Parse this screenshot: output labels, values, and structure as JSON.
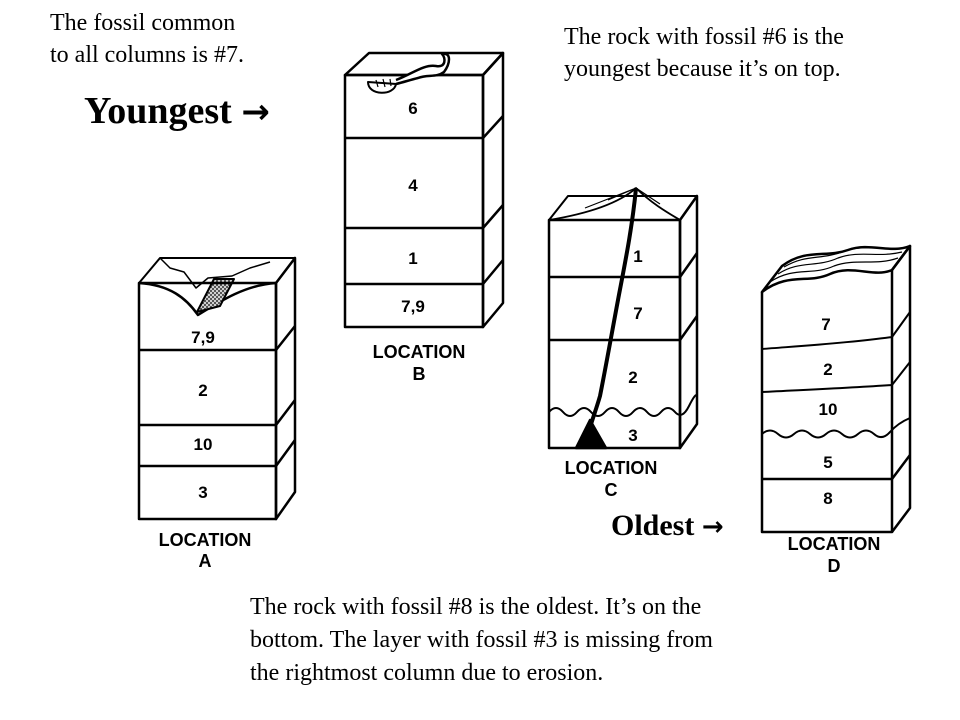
{
  "notes": {
    "common_line1": "The fossil common",
    "common_line2": "to all columns is #7.",
    "youngest_note_line1": "The rock with fossil #6 is the",
    "youngest_note_line2": "youngest because it’s on top.",
    "bottom_line1": "The rock with fossil #8 is the oldest. It’s on the",
    "bottom_line2": "bottom. The layer with fossil #3 is missing from",
    "bottom_line3": "the rightmost column due to erosion."
  },
  "markers": {
    "youngest": "Youngest",
    "oldest": "Oldest",
    "arrow": "→"
  },
  "columns": {
    "a": {
      "location": "LOCATION",
      "letter": "A",
      "layers": [
        "7,9",
        "2",
        "10",
        "3"
      ]
    },
    "b": {
      "location": "LOCATION",
      "letter": "B",
      "layers": [
        "6",
        "4",
        "1",
        "7,9"
      ]
    },
    "c": {
      "location": "LOCATION",
      "letter": "C",
      "layers": [
        "1",
        "7",
        "2",
        "3"
      ]
    },
    "d": {
      "location": "LOCATION",
      "letter": "D",
      "layers": [
        "7",
        "2",
        "10",
        "5",
        "8"
      ]
    }
  }
}
